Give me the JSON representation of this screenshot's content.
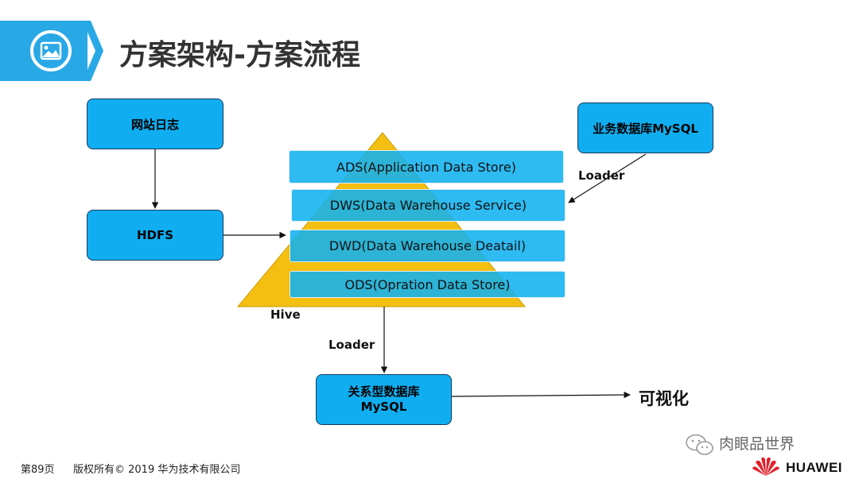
{
  "title": "方案架构-方案流程",
  "nodes": {
    "website_log": "网站日志",
    "hdfs": "HDFS",
    "business_db": "业务数据库MySQL",
    "relational_db_line1": "关系型数据库",
    "relational_db_line2": "MySQL",
    "visualization": "可视化"
  },
  "hive": {
    "label": "Hive",
    "layers": [
      "ADS(Application Data Store)",
      "DWS(Data Warehouse Service)",
      "DWD(Data Warehouse Deatail)",
      "ODS(Opration Data Store)"
    ]
  },
  "edges": {
    "loader_top": "Loader",
    "loader_bottom": "Loader"
  },
  "footer": {
    "page": "第89页",
    "copyright": "版权所有© 2019 华为技术有限公司",
    "watermark": "肉眼品世界",
    "brand": "HUAWEI"
  },
  "colors": {
    "accent": "#29a8e6",
    "box": "#10aef0",
    "pyramid": "#f5bf12",
    "huawei_red": "#e0202a"
  }
}
